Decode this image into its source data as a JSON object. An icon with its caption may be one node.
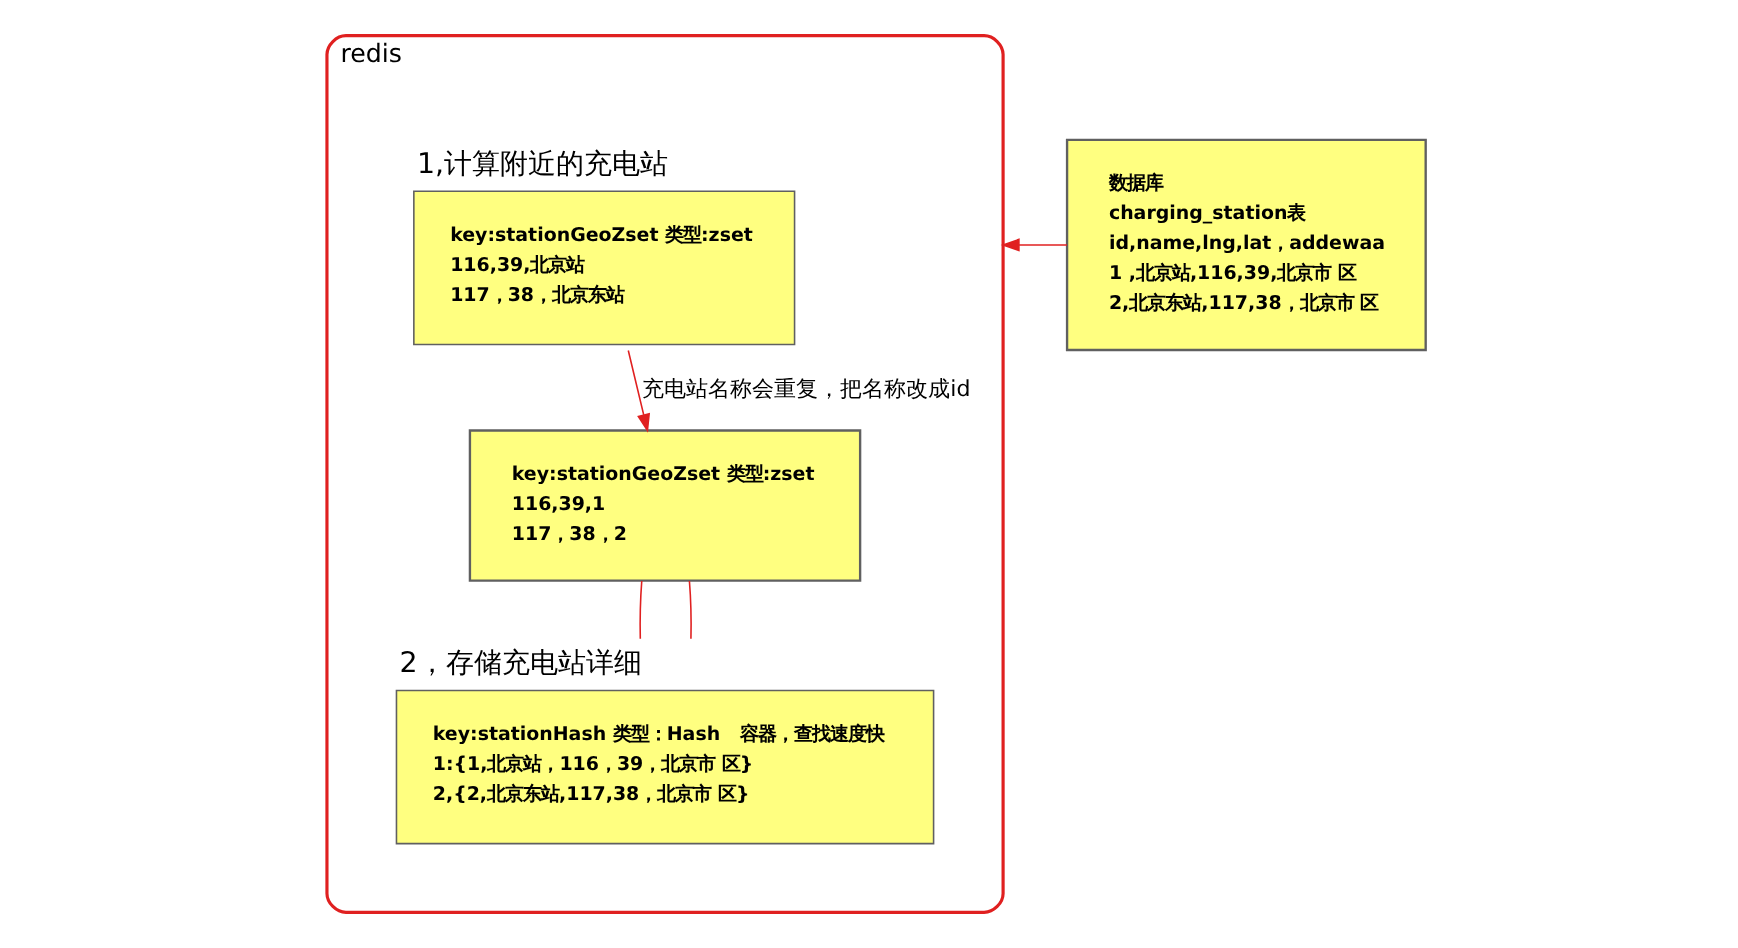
{
  "diagram": {
    "nodes": [
      {
        "text": [
          "redis"
        ]
      },
      {
        "text": [
          "key:stationGeoZset 类型:zset",
          "116,39,北京站",
          "117，38，北京东站"
        ],
        "in": 0,
        "beside": [
          "1,计算附近的充电站"
        ]
      },
      {
        "text": [
          "key:stationGeoZset 类型:zset",
          "116,39,1",
          "117，38，2"
        ],
        "in": 0
      },
      {
        "text": [
          "key:stationHash 类型：Hash   容器，查找速度快",
          "1:{1,北京站，116，39，北京市 区}",
          "2,{2,北京东站,117,38，北京市 区}"
        ],
        "in": 0,
        "beside": [
          "2，存储充电站详细"
        ]
      },
      {
        "text": [
          "数据库",
          "charging_station表",
          "id,name,lng,lat，addewaa",
          "1 ,北京站,116,39,北京市 区",
          "2,北京东站,117,38，北京市 区"
        ]
      }
    ],
    "edges": [
      {
        "from": 1,
        "to": 2,
        "arrow": "to",
        "label": "充电站名称会重复，把名称改成id"
      },
      {
        "from": 2,
        "to": 3,
        "arrow": "none"
      },
      {
        "from": 2,
        "to": 3,
        "arrow": "none"
      },
      {
        "from": 4,
        "to": 0,
        "arrow": "to"
      }
    ]
  }
}
